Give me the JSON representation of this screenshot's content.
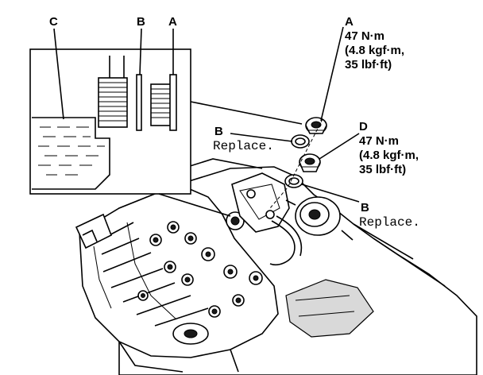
{
  "callouts": {
    "inset_c": "C",
    "inset_b": "B",
    "inset_a": "A",
    "plug_a_letter": "A",
    "plug_a_torque": [
      "47 N·m",
      "(4.8 kgf·m,",
      "35 lbf·ft)"
    ],
    "washer_b_upper_letter": "B",
    "washer_b_upper_note": "Replace.",
    "plug_d_letter": "D",
    "plug_d_torque": [
      "47 N·m",
      "(4.8 kgf·m,",
      "35 lbf·ft)"
    ],
    "washer_b_lower_letter": "B",
    "washer_b_lower_note": "Replace."
  },
  "colors": {
    "ink": "#000000",
    "paper": "#ffffff",
    "shade": "#d9d9d9"
  }
}
